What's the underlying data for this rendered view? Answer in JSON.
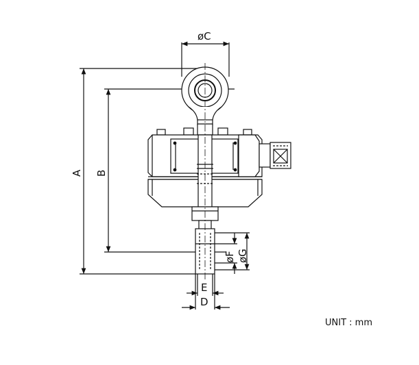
{
  "dimensions": {
    "A": "A",
    "B": "B",
    "C": "øC",
    "D": "D",
    "E": "E",
    "F": "øF",
    "G": "øG"
  },
  "unit_label": "UNIT : mm",
  "colors": {
    "line": "#111111",
    "body": "#ffffff",
    "shade": "#d9d9d9"
  }
}
